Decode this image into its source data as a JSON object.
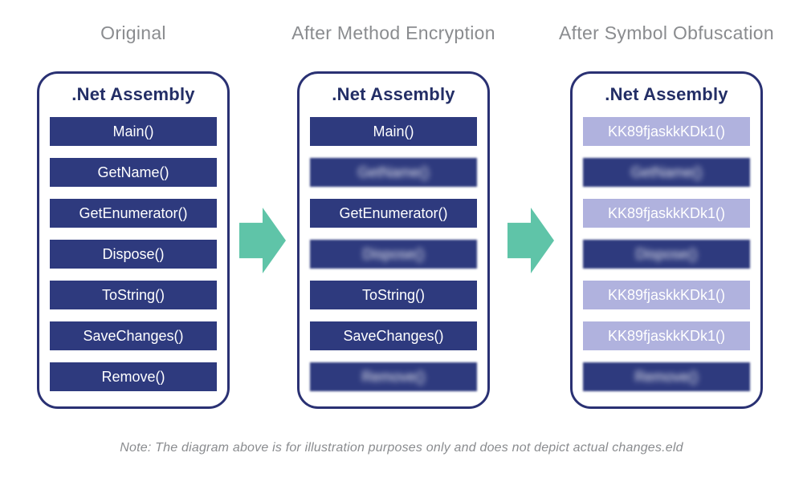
{
  "colors": {
    "navy_button": "#2e3a7e",
    "card_border": "#2a3173",
    "card_title_text": "#232e66",
    "lavender_button": "#b0b2de",
    "arrow_teal": "#5fc4a8",
    "column_title_gray": "#8a8c8f",
    "button_text": "#ffffff"
  },
  "columns": [
    {
      "title": "Original",
      "card_title": ".Net Assembly",
      "methods": [
        {
          "label": "Main()",
          "variant": "navy",
          "blurred": false
        },
        {
          "label": "GetName()",
          "variant": "navy",
          "blurred": false
        },
        {
          "label": "GetEnumerator()",
          "variant": "navy",
          "blurred": false
        },
        {
          "label": "Dispose()",
          "variant": "navy",
          "blurred": false
        },
        {
          "label": "ToString()",
          "variant": "navy",
          "blurred": false
        },
        {
          "label": "SaveChanges()",
          "variant": "navy",
          "blurred": false
        },
        {
          "label": "Remove()",
          "variant": "navy",
          "blurred": false
        }
      ]
    },
    {
      "title": "After Method Encryption",
      "card_title": ".Net Assembly",
      "methods": [
        {
          "label": "Main()",
          "variant": "navy",
          "blurred": false
        },
        {
          "label": "GetName()",
          "variant": "navy",
          "blurred": true
        },
        {
          "label": "GetEnumerator()",
          "variant": "navy",
          "blurred": false
        },
        {
          "label": "Dispose()",
          "variant": "navy",
          "blurred": true
        },
        {
          "label": "ToString()",
          "variant": "navy",
          "blurred": false
        },
        {
          "label": "SaveChanges()",
          "variant": "navy",
          "blurred": false
        },
        {
          "label": "Remove()",
          "variant": "navy",
          "blurred": true
        }
      ]
    },
    {
      "title": "After Symbol Obfuscation",
      "card_title": ".Net Assembly",
      "methods": [
        {
          "label": "KK89fjaskkKDk1()",
          "variant": "lavender",
          "blurred": false
        },
        {
          "label": "GetName()",
          "variant": "navy",
          "blurred": true
        },
        {
          "label": "KK89fjaskkKDk1()",
          "variant": "lavender",
          "blurred": false
        },
        {
          "label": "Dispose()",
          "variant": "navy",
          "blurred": true
        },
        {
          "label": "KK89fjaskkKDk1()",
          "variant": "lavender",
          "blurred": false
        },
        {
          "label": "KK89fjaskkKDk1()",
          "variant": "lavender",
          "blurred": false
        },
        {
          "label": "Remove()",
          "variant": "navy",
          "blurred": true
        }
      ]
    }
  ],
  "arrows": [
    {
      "name": "arrow-original-to-encryption"
    },
    {
      "name": "arrow-encryption-to-obfuscation"
    }
  ],
  "note": "Note: The diagram above is for illustration purposes only and does not depict actual changes.eld"
}
